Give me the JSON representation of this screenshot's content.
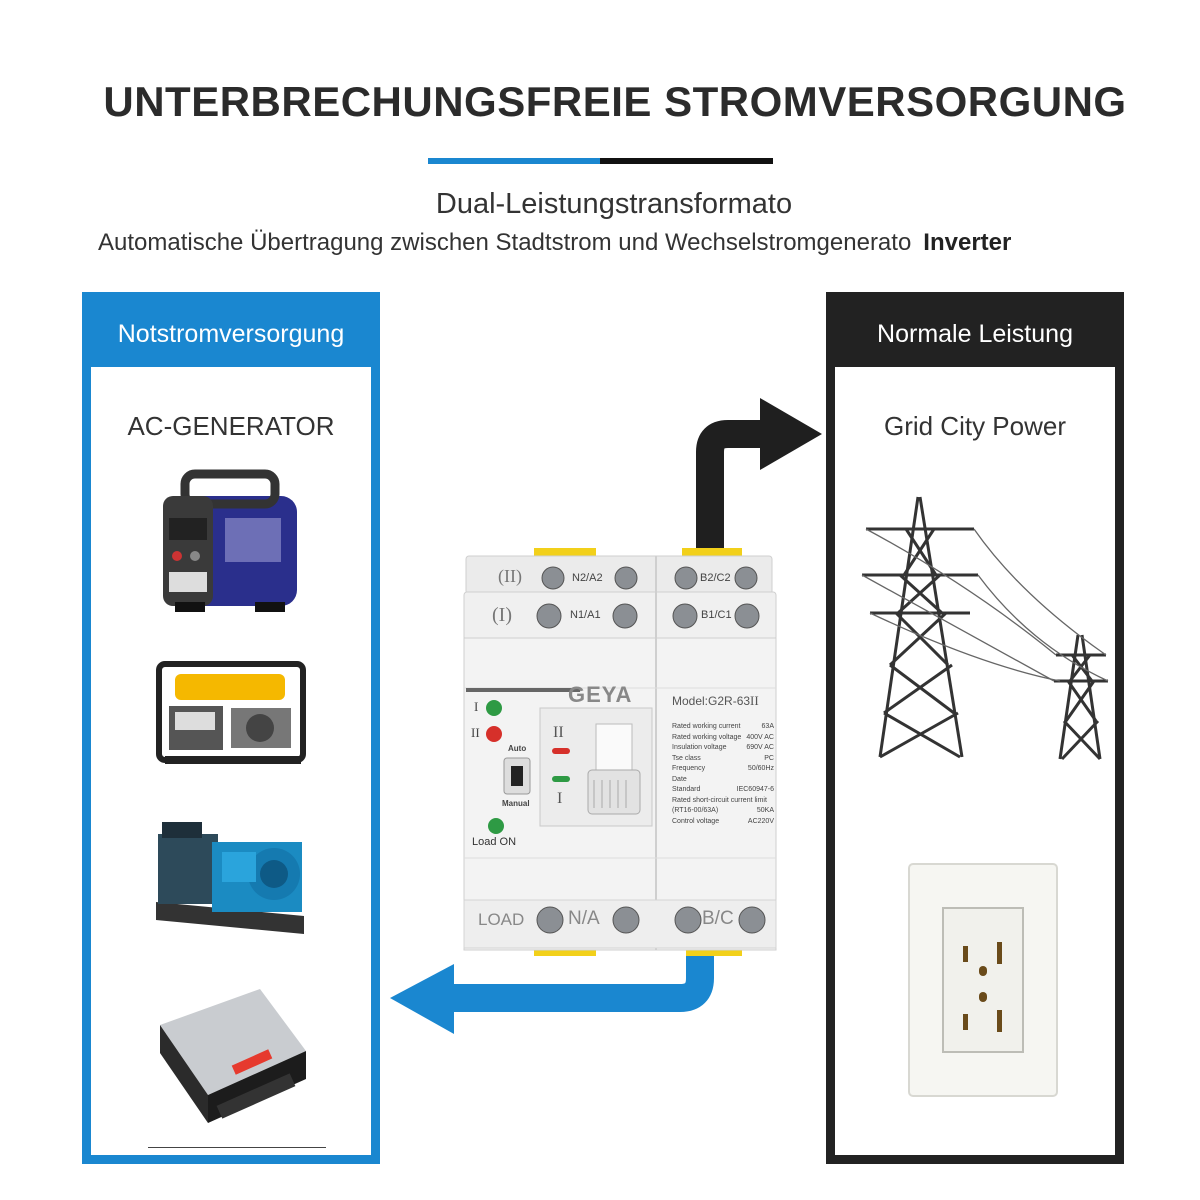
{
  "title": "UNTERBRECHUNGSFREIE STROMVERSORGUNG",
  "subtitle": "Dual-Leistungstransformato",
  "description": "Automatische Übertragung zwischen Stadtstrom und Wechselstromgenerato",
  "description_bold": "Inverter",
  "colors": {
    "accent_blue": "#1a87d0",
    "accent_dark": "#222222"
  },
  "left_panel": {
    "header": "Notstromversorgung",
    "label": "AC-GENERATOR",
    "items": [
      "inverter-generator-icon",
      "open-frame-generator-icon",
      "diesel-generator-icon",
      "power-inverter-icon"
    ]
  },
  "right_panel": {
    "header": "Normale Leistung",
    "label": "Grid City Power",
    "items": [
      "transmission-tower-icon",
      "wall-outlet-icon"
    ]
  },
  "device": {
    "brand": "GEYA",
    "model": "Model:G2R-63",
    "model_mark": "II",
    "top_row_mark": "(II)",
    "mid_row_mark": "(I)",
    "terminal_n2": "N2/A2",
    "terminal_b2": "B2/C2",
    "terminal_n1": "N1/A1",
    "terminal_b1": "B1/C1",
    "ind_i": "I",
    "ind_ii": "II",
    "auto_label": "Auto",
    "manual_label": "Manual",
    "load_on_label": "Load ON",
    "window_ii": "II",
    "window_i": "I",
    "load_label": "LOAD",
    "terminal_na": "N/A",
    "terminal_bc": "B/C",
    "specs": [
      [
        "Rated working current",
        "63A"
      ],
      [
        "Rated working voltage",
        "400V AC"
      ],
      [
        "Insulation voltage",
        "690V AC"
      ],
      [
        "Tse class",
        "PC"
      ],
      [
        "Frequency",
        "50/60Hz"
      ],
      [
        "Date",
        ""
      ],
      [
        "Standard",
        "IEC60947-6"
      ],
      [
        "Rated short-circuit current limit",
        ""
      ],
      [
        "(RT16-00/63A)",
        "50KA"
      ],
      [
        "Control voltage",
        "AC220V"
      ]
    ]
  }
}
